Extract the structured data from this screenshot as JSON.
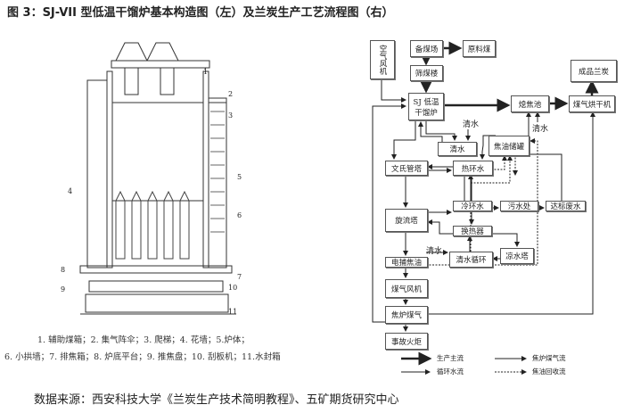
{
  "title": "图 3：SJ-VII 型低温干馏炉基本构造图（左）及兰炭生产工艺流程图（右）",
  "furnace": {
    "numbers": [
      "1",
      "2",
      "3",
      "4",
      "5",
      "6",
      "7",
      "8",
      "9",
      "10",
      "11"
    ],
    "caption_line1": "1. 辅助煤箱；2. 集气阵伞；3. 爬梯；4. 花墙；5.炉体；",
    "caption_line2": "6. 小拱墙；7. 排焦箱；8. 炉底平台；9. 推焦盘；10. 刮板机；11.水封箱"
  },
  "flow": {
    "boxes": {
      "air_fan": "空气风机",
      "coal_yard": "备煤场",
      "raw_coal": "原料煤",
      "screening": "筛煤楼",
      "furnace": "SJ 低温干馏炉",
      "quench": "熄焦池",
      "product": "成品兰炭",
      "dryer": "煤气烘干机",
      "clear_water": "清水",
      "tar_tank": "焦油储罐",
      "venturi": "文氏管塔",
      "hot_water": "热环水",
      "cyclone": "旋流塔",
      "cold_water": "冷环水",
      "sewage": "污水处",
      "waste_water": "达标废水",
      "heat_exchanger": "换热器",
      "clear_cycle": "清水循环",
      "cooling_tower": "凉水塔",
      "electro_tar": "电捕焦油",
      "gas_fan": "煤气风机",
      "coke_gas": "焦炉煤气",
      "flare": "事故火炬"
    },
    "labels": {
      "clear_water_1": "清水",
      "clear_water_2": "清水",
      "clear_water_3": "清水"
    },
    "legend": [
      "生产主流",
      "焦炉煤气流",
      "循环水流",
      "焦油回收流"
    ]
  },
  "source": "数据来源：西安科技大学《兰炭生产技术简明教程》、五矿期货研究中心"
}
